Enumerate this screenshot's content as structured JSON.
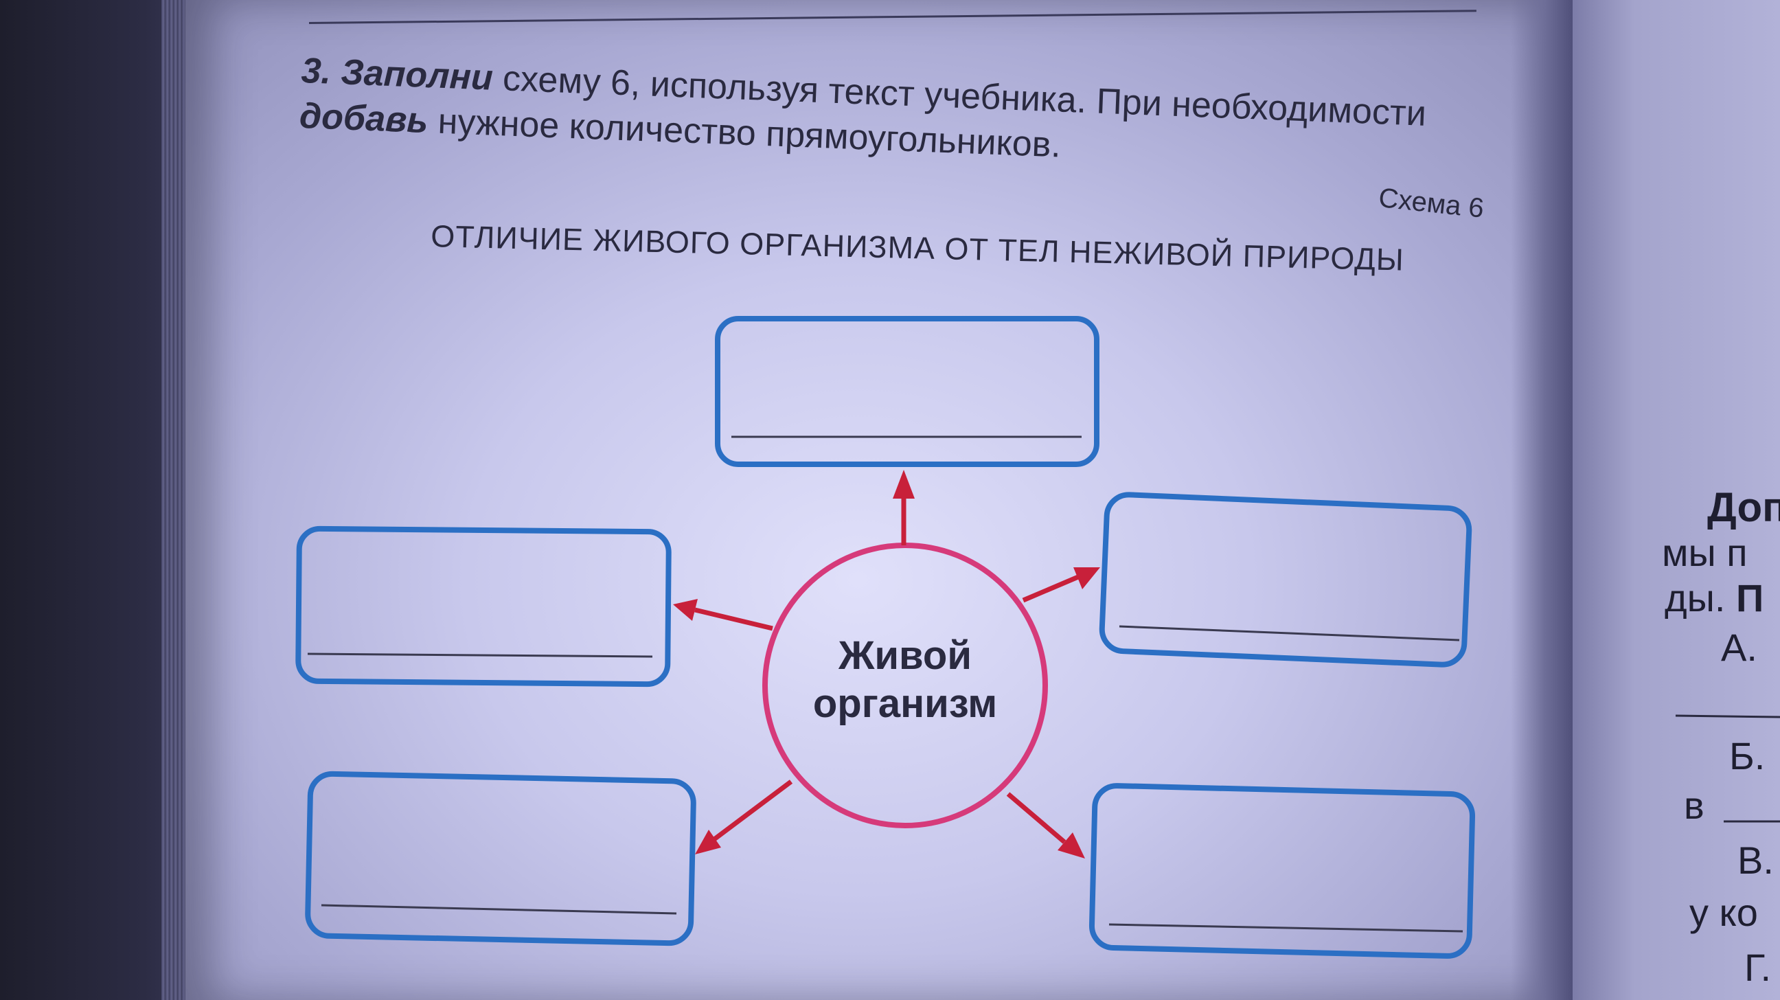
{
  "task": {
    "number": "3.",
    "verb1": "Заполни",
    "line1_rest": "схему 6, используя текст учебника. При необходимости",
    "verb2": "добавь",
    "line2_rest": "нужное количество прямоугольников."
  },
  "scheme": {
    "label": "Схема 6",
    "title": "ОТЛИЧИЕ ЖИВОГО ОРГАНИЗМА ОТ ТЕЛ НЕЖИВОЙ ПРИРОДЫ",
    "center_line1": "Живой",
    "center_line2": "организм",
    "colors": {
      "box": "#2b6fc4",
      "circle": "#d63a7a",
      "arrow": "#c8203a",
      "line": "#3a3a50"
    }
  },
  "right_page": {
    "heading": "Доп",
    "line1": "мы п",
    "line2_a": "ды.",
    "line2_b": "П",
    "item_a": "А.",
    "item_b": "Б.",
    "letter_v": "в",
    "item_v": "В.",
    "line_u": "у ко",
    "item_g": "Г."
  }
}
